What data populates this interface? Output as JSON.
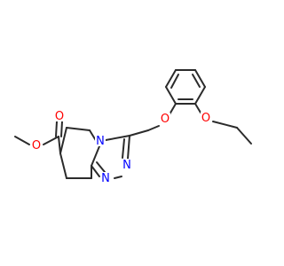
{
  "colors": {
    "bond": "#2b2b2b",
    "oxygen": "#ff0000",
    "nitrogen": "#0000ff",
    "background": "#ffffff"
  },
  "atoms": {
    "o_carbonyl": "O",
    "o_ester": "O",
    "o_ether_link": "O",
    "o_ethoxy": "O",
    "n_ring": "N",
    "n_triazole_a": "N",
    "n_triazole_b": "N"
  }
}
